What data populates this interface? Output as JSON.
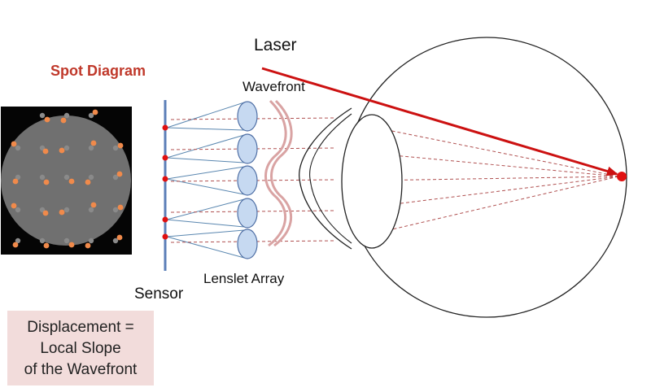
{
  "labels": {
    "spot_diagram_title": "Spot Diagram",
    "laser": "Laser",
    "wavefront": "Wavefront",
    "sensor": "Sensor",
    "lenslet_array": "Lenslet Array"
  },
  "note": {
    "line1": "Displacement =",
    "line2": "Local Slope",
    "line3": "of the Wavefront"
  },
  "colors": {
    "title_red": "#c0392b",
    "laser_red": "#cc1111",
    "sensor_blue": "#5b7fb8",
    "lens_fill": "#c6d9f1",
    "lens_stroke": "#4f6fa5",
    "wavefront_pink": "#d9a3a3",
    "spot_orange": "#f08a4b",
    "spot_gray": "#8a8a8a",
    "note_bg": "#f2dcdb"
  }
}
